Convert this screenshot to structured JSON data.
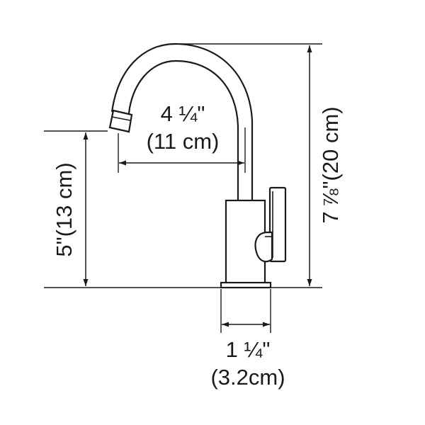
{
  "dimensions": {
    "reach": {
      "imperial": "4 ¼\"",
      "metric": "(11 cm)"
    },
    "spout_height": {
      "imperial": "5\"",
      "metric": "(13 cm)"
    },
    "overall_height": {
      "imperial_whole": "7",
      "imperial_frac": "⅞",
      "imperial_mark": "\"",
      "metric": "(20 cm)"
    },
    "base_diameter": {
      "imperial": "1 ¼\"",
      "metric": "(3.2cm)"
    }
  }
}
